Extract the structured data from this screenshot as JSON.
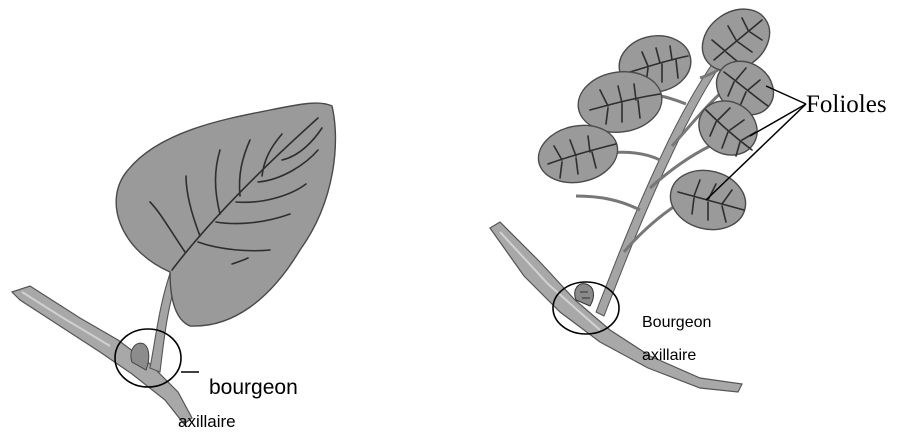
{
  "figure": {
    "simple_leaf": {
      "label_line1": "bourgeon",
      "label_line2": "axillaire"
    },
    "compound_leaf": {
      "bud_label_line1": "Bourgeon",
      "bud_label_line2": "axillaire",
      "leaflet_label": "Folioles"
    }
  },
  "colors": {
    "leaf_fill": "#9a9a9a",
    "stem_fill": "#a8a8a8",
    "outline": "#4a4a4a",
    "vein": "#2e2e2e",
    "label": "#000000"
  }
}
